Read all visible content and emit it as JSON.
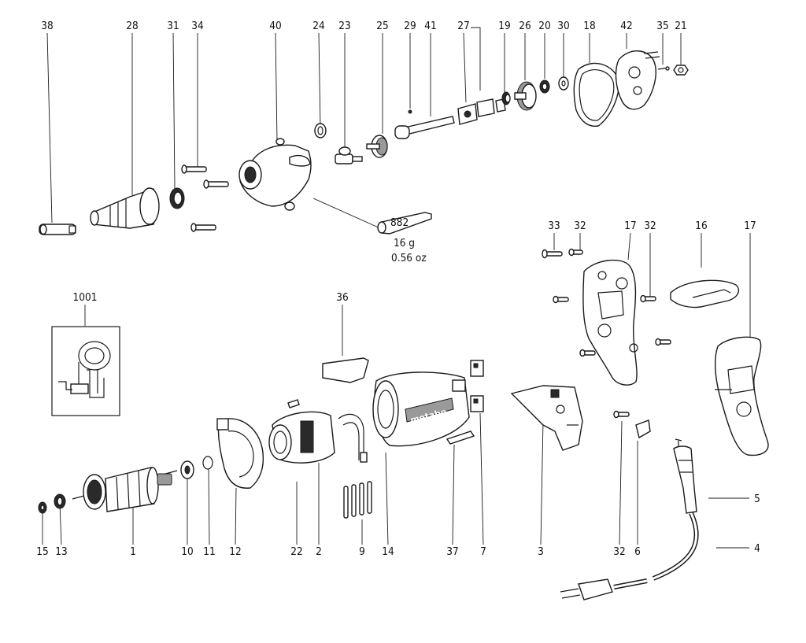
{
  "drawing": {
    "callouts": [
      "38",
      "28",
      "31",
      "34",
      "40",
      "24",
      "23",
      "25",
      "29",
      "41",
      "27",
      "19",
      "26",
      "20",
      "30",
      "18",
      "42",
      "35",
      "21",
      "33",
      "32",
      "17",
      "32",
      "16",
      "17",
      "1001",
      "36",
      "5",
      "4",
      "15",
      "13",
      "1",
      "10",
      "11",
      "12",
      "22",
      "2",
      "9",
      "14",
      "37",
      "7",
      "3",
      "32",
      "6"
    ],
    "grease_note": {
      "code": "882",
      "weight_g": "16 g",
      "weight_oz": "0.56 oz"
    },
    "housing_brand": "metabo"
  }
}
